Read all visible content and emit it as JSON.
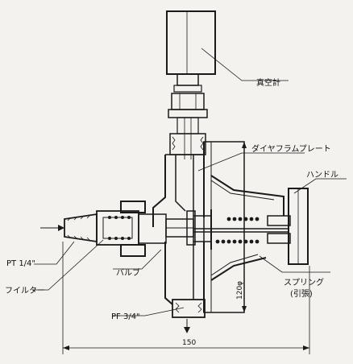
{
  "labels": {
    "vacuum_gauge": "真空計",
    "diaphragm_plate": "ダイヤフラムプレート",
    "handle": "ハンドル",
    "pt": "PT 1/4\"",
    "filter": "フイルター",
    "valve": "バルブ",
    "pf": "PF 3/4\"",
    "spring": "スプリング",
    "spring_sub": "(引張)"
  },
  "dimensions": {
    "width": "150",
    "diameter": "120φ"
  },
  "colors": {
    "ink": "#1a1a1a",
    "paper": "#f4f2ee"
  }
}
